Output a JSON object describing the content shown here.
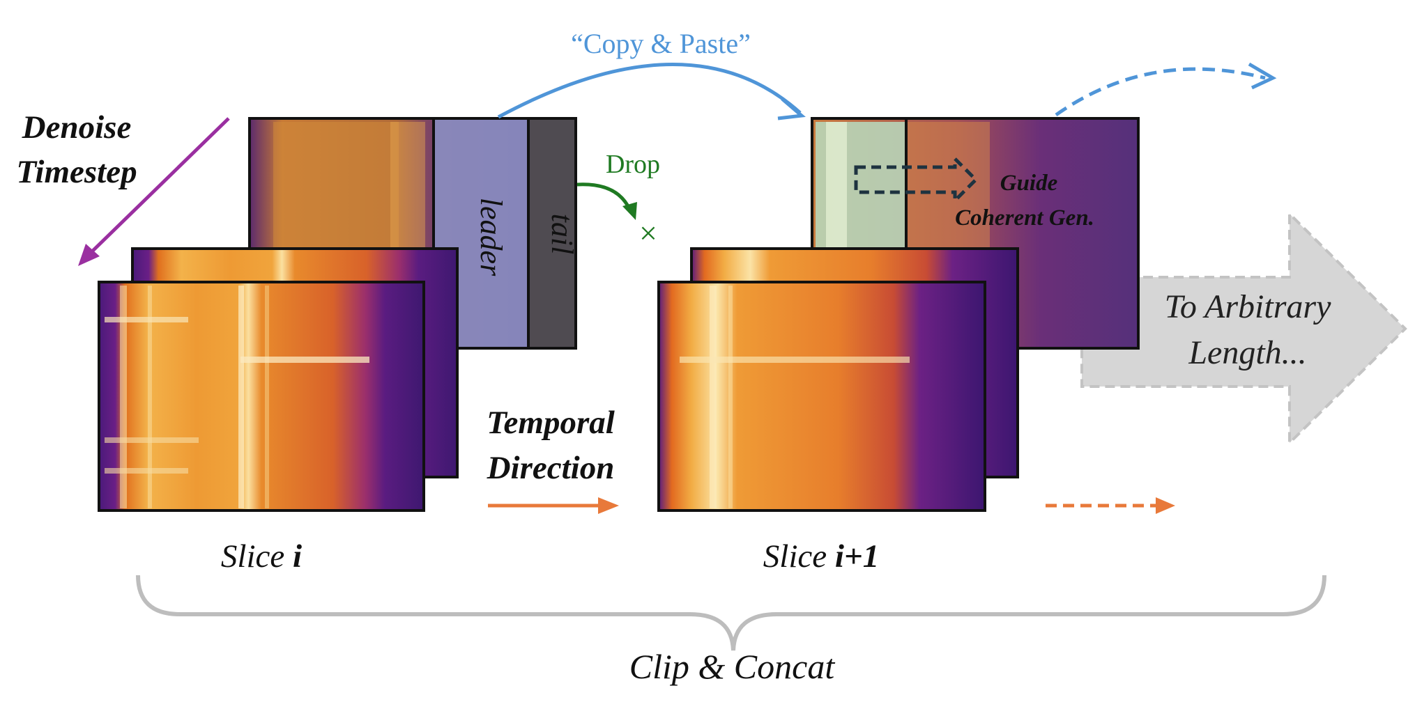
{
  "labels": {
    "copy_paste": "“Copy & Paste”",
    "drop": "Drop",
    "drop_mark": "×",
    "denoise_line1": "Denoise",
    "denoise_line2": "Timestep",
    "leader": "leader",
    "tail": "tail",
    "guide_line1": "Guide",
    "guide_line2": "Coherent Gen.",
    "arbitrary_line1": "To Arbitrary",
    "arbitrary_line2": "Length...",
    "temporal_line1": "Temporal",
    "temporal_line2": "Direction",
    "slice_i_prefix": "Slice ",
    "slice_i_index": "i",
    "slice_i1_prefix": "Slice ",
    "slice_i1_index": "i+1",
    "clip_concat": "Clip & Concat"
  },
  "colors": {
    "copy_paste": "#4f95d8",
    "drop": "#1f7a22",
    "denoise": "#9a2fa0",
    "temporal": "#e8793a",
    "brace": "#bdbdbd",
    "big_arrow_fill": "#d6d6d6",
    "big_arrow_stroke": "#c3c3c3",
    "guide_arrow": "#1e3340"
  }
}
